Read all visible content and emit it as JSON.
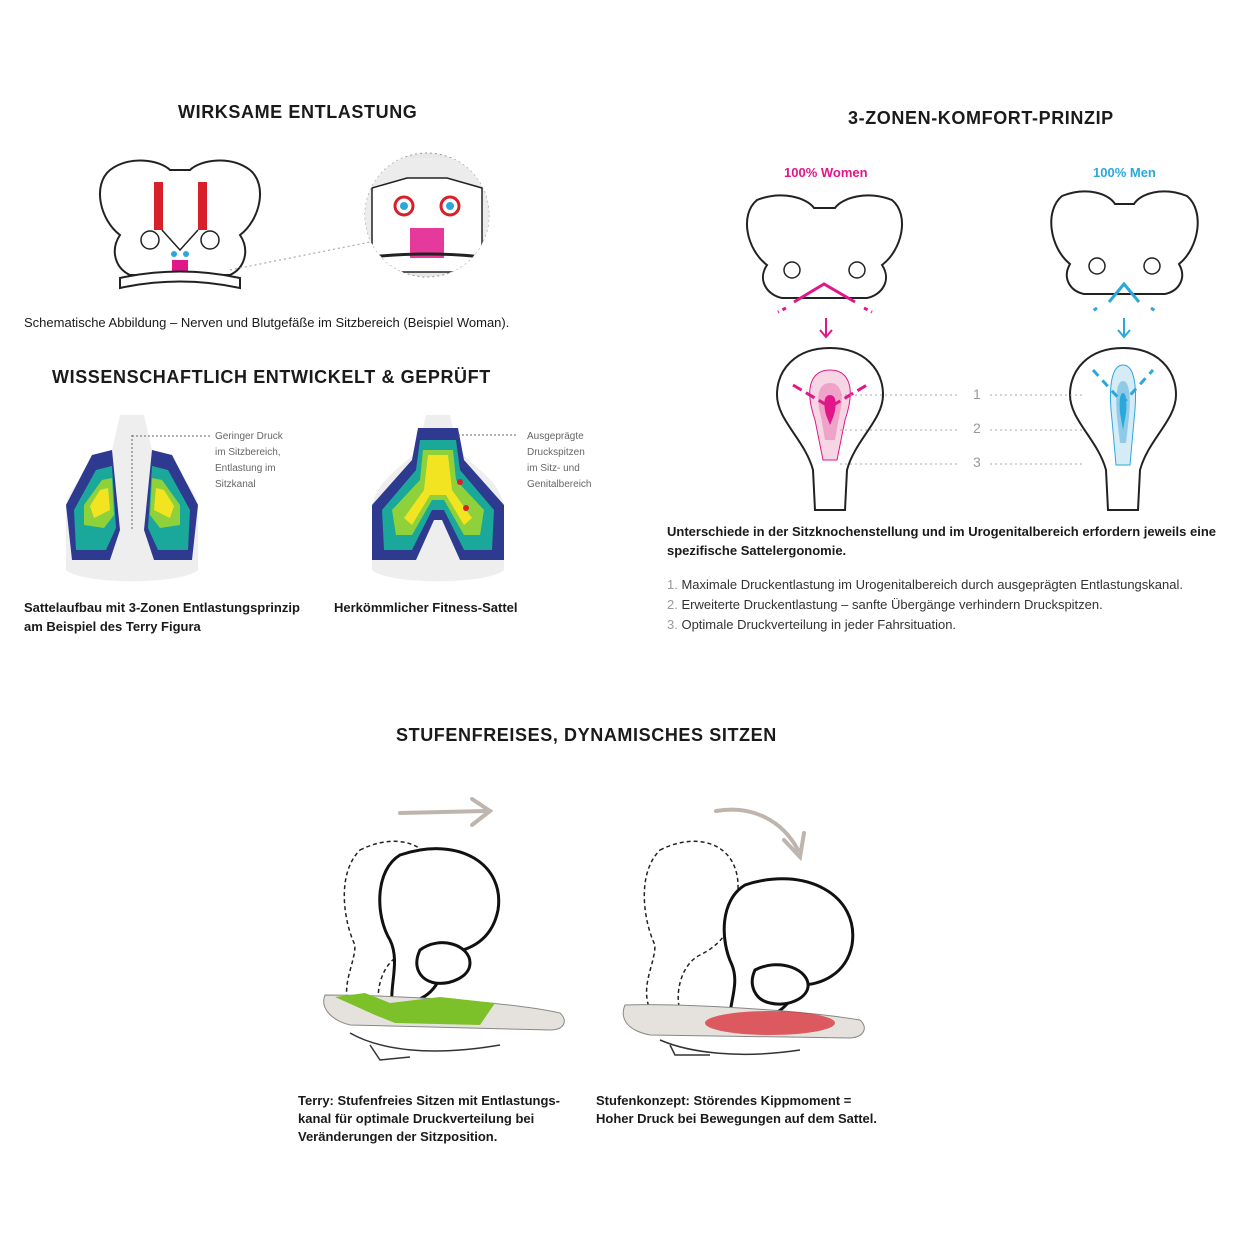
{
  "sections": {
    "relief": {
      "title": "WIRKSAME ENTLASTUNG",
      "caption": "Schematische Abbildung – Nerven und Blutgefäße im Sitzbereich (Beispiel Woman)."
    },
    "science": {
      "title": "WISSENSCHAFTLICH ENTWICKELT & GEPRÜFT",
      "left_note": [
        "Geringer Druck",
        "im Sitzbereich,",
        "Entlastung im",
        "Sitzkanal"
      ],
      "right_note": [
        "Ausgeprägte",
        "Druckspitzen",
        "im Sitz- und",
        "Genitalbereich"
      ],
      "left_caption": [
        "Sattelaufbau mit 3-Zonen Entlastungsprinzip",
        "am Beispiel des Terry Figura"
      ],
      "right_caption": "Herkömmlicher Fitness-Sattel"
    },
    "zones": {
      "title": "3-ZONEN-KOMFORT-PRINZIP",
      "women_label": "100% Women",
      "men_label": "100% Men",
      "zone_numbers": [
        "1",
        "2",
        "3"
      ],
      "description": [
        "Unterschiede in der Sitzknochenstellung und im Urogenitalbereich erfordern jeweils eine",
        "spezifische Sattelergonomie."
      ],
      "list": [
        {
          "n": "1.",
          "text": "Maximale Druckentlastung im Urogenitalbereich durch ausgeprägten Entlastungskanal."
        },
        {
          "n": "2.",
          "text": "Erweiterte Druckentlastung – sanfte Übergänge verhindern Druckspitzen."
        },
        {
          "n": "3.",
          "text": "Optimale Druckverteilung in jeder Fahrsituation."
        }
      ]
    },
    "dynamic": {
      "title": "STUFENFREISES, DYNAMISCHES SITZEN",
      "left_caption": [
        "Terry: Stufenfreies  Sitzen mit Entlastungs-",
        "kanal für optimale Druckverteilung bei",
        "Veränderungen der Sitzposition."
      ],
      "right_caption": [
        "Stufenkonzept: Störendes Kippmoment =",
        "Hoher Druck bei Bewegungen auf dem Sattel."
      ]
    }
  },
  "colors": {
    "magenta": "#e0168a",
    "cyan": "#2aa8dc",
    "red": "#d8202a",
    "green": "#7dc12a",
    "grey": "#bdb5ae"
  },
  "icons": [
    "pelvis-icon",
    "saddle-icon",
    "arrow-right-icon",
    "arrow-down-icon"
  ]
}
